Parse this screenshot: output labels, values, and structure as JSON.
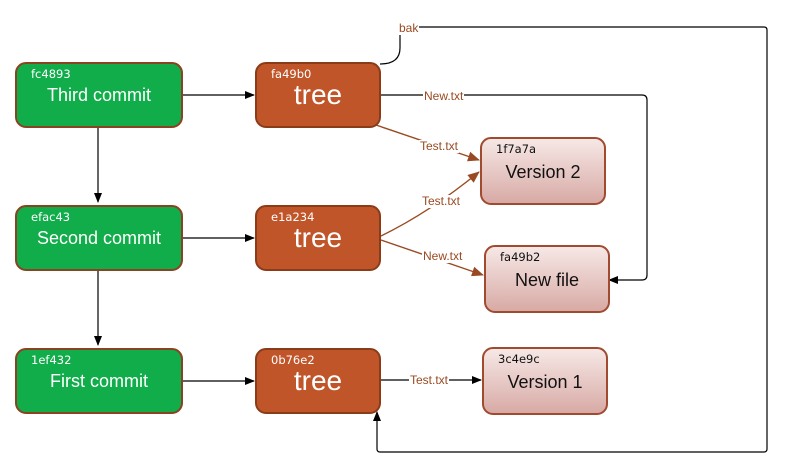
{
  "colors": {
    "commit_fill": "#10ad4a",
    "tree_fill": "#c0552a",
    "blob_fill_top": "#f6e8e6",
    "blob_fill_bottom": "#d8aaa5",
    "edge_black": "#000000",
    "edge_brown": "#9a4a22"
  },
  "commits": [
    {
      "hash": "fc4893",
      "label": "Third commit"
    },
    {
      "hash": "efac43",
      "label": "Second commit"
    },
    {
      "hash": "1ef432",
      "label": "First commit"
    }
  ],
  "trees": [
    {
      "hash": "fa49b0",
      "label": "tree"
    },
    {
      "hash": "e1a234",
      "label": "tree"
    },
    {
      "hash": "0b76e2",
      "label": "tree"
    }
  ],
  "blobs": [
    {
      "hash": "1f7a7a",
      "label": "Version 2"
    },
    {
      "hash": "fa49b2",
      "label": "New file"
    },
    {
      "hash": "3c4e9c",
      "label": "Version 1"
    }
  ],
  "edge_labels": {
    "bak": "bak",
    "new_txt_top": "New.txt",
    "test_txt_top": "Test.txt",
    "test_txt_mid": "Test.txt",
    "new_txt_mid": "New.txt",
    "test_txt_bottom": "Test.txt"
  }
}
